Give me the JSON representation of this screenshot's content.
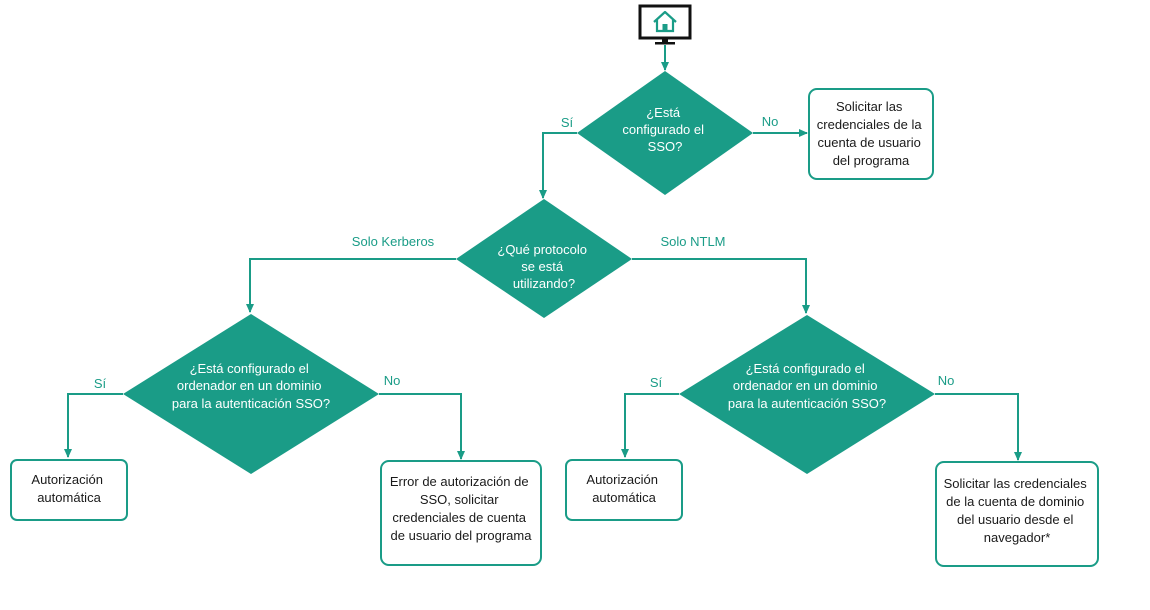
{
  "colors": {
    "accent": "#1a9c87",
    "text": "#1a1a1a",
    "background": "#ffffff"
  },
  "start_icon": "home-monitor-icon",
  "decisions": {
    "sso": [
      "¿Está",
      "configurado el",
      "SSO?"
    ],
    "protocol": [
      "¿Qué protocolo",
      "se está",
      "utilizando?"
    ],
    "domain_left": [
      "¿Está configurado el",
      "ordenador en un dominio",
      "para la autenticación SSO?"
    ],
    "domain_right": [
      "¿Está configurado el",
      "ordenador en un dominio",
      "para la autenticación SSO?"
    ]
  },
  "boxes": {
    "program_creds": [
      "Solicitar las",
      "credenciales de la",
      "cuenta de usuario",
      "del programa"
    ],
    "auto_left": [
      "Autorización",
      "automática"
    ],
    "sso_error": [
      "Error de autorización de",
      "SSO, solicitar",
      "credenciales de cuenta",
      "de usuario del programa"
    ],
    "auto_right": [
      "Autorización",
      "automática"
    ],
    "domain_creds": [
      "Solicitar las credenciales",
      "de la cuenta de dominio",
      "del usuario desde el",
      "navegador*"
    ]
  },
  "edge_labels": {
    "sso_yes": "Sí",
    "sso_no": "No",
    "kerberos": "Solo Kerberos",
    "ntlm": "Solo NTLM",
    "left_yes": "Sí",
    "left_no": "No",
    "right_yes": "Sí",
    "right_no": "No"
  }
}
